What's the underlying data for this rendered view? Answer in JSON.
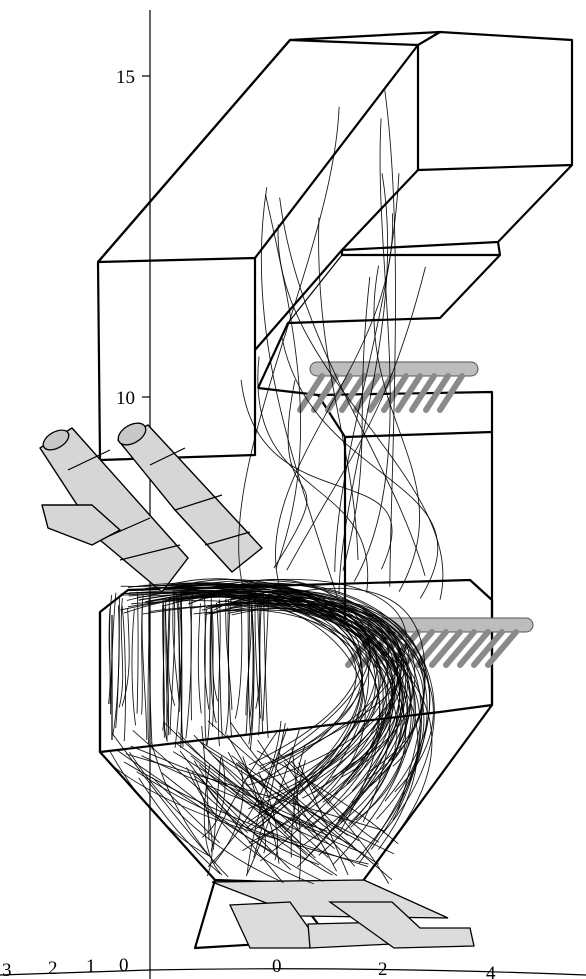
{
  "axes": {
    "vertical": {
      "ticks": [
        {
          "value": 15,
          "label": "15"
        },
        {
          "value": 10,
          "label": "10"
        }
      ]
    },
    "horizontal_left": {
      "ticks": [
        {
          "value": -3,
          "label": "3"
        },
        {
          "value": -2,
          "label": "2"
        },
        {
          "value": -1,
          "label": "1"
        },
        {
          "value": 0,
          "label": "0"
        }
      ]
    },
    "horizontal_right": {
      "ticks": [
        {
          "value": 0,
          "label": "0"
        },
        {
          "value": 2,
          "label": "2"
        },
        {
          "value": 4,
          "label": "4"
        }
      ]
    }
  },
  "components": {
    "burners": [
      "burner-upper-left",
      "burner-upper-right",
      "burner-side-stub"
    ],
    "air_injectors": [
      "injector-upper",
      "injector-lower"
    ],
    "hopper_outlets": [
      "outlet-left",
      "outlet-right"
    ]
  },
  "colors": {
    "frame": "#000000",
    "burner_fill": "#d6d6d6",
    "injector_pipe": "#8a8a8a",
    "background": "#ffffff"
  }
}
